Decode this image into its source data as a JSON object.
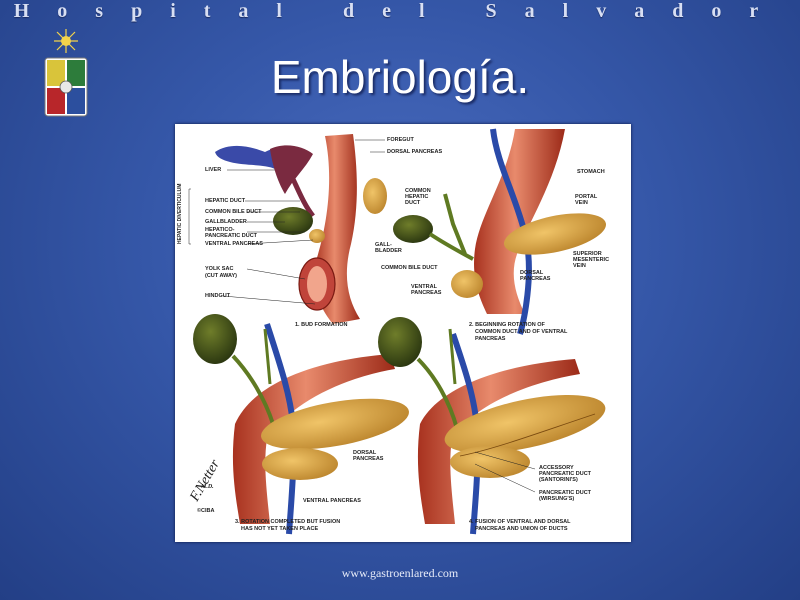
{
  "header": {
    "title": "Hospital del Salvador"
  },
  "slide": {
    "title": "Embriología."
  },
  "figure": {
    "labels": {
      "liver": "LIVER",
      "foregut": "FOREGUT",
      "dorsal_pancreas_1": "DORSAL PANCREAS",
      "hepatic_diverticulum": "HEPATIC DIVERTICULUM",
      "hepatic_duct": "HEPATIC DUCT",
      "common_bile_duct_1": "COMMON BILE DUCT",
      "gallbladder_1": "GALLBLADDER",
      "hepatico_pancreatic_duct_1": "HEPATICO-",
      "hepatico_pancreatic_duct_2": "PANCREATIC DUCT",
      "ventral_pancreas_1": "VENTRAL PANCREAS",
      "yolk_sac_1": "YOLK SAC",
      "yolk_sac_2": "(CUT AWAY)",
      "hindgut": "HINDGUT",
      "stomach": "STOMACH",
      "common_hepatic_duct_1": "COMMON",
      "common_hepatic_duct_2": "HEPATIC",
      "common_hepatic_duct_3": "DUCT",
      "portal_vein_1": "PORTAL",
      "portal_vein_2": "VEIN",
      "gallbladder_2a": "GALL-",
      "gallbladder_2b": "BLADDER",
      "superior_mesenteric_1": "SUPERIOR",
      "superior_mesenteric_2": "MESENTERIC",
      "superior_mesenteric_3": "VEIN",
      "common_bile_duct_2": "COMMON BILE DUCT",
      "dorsal_pancreas_2a": "DORSAL",
      "dorsal_pancreas_2b": "PANCREAS",
      "ventral_pancreas_2a": "VENTRAL",
      "ventral_pancreas_2b": "PANCREAS",
      "dorsal_pancreas_3a": "DORSAL",
      "dorsal_pancreas_3b": "PANCREAS",
      "ventral_pancreas_3": "VENTRAL PANCREAS",
      "accessory_duct_1": "ACCESSORY",
      "accessory_duct_2": "PANCREATIC DUCT",
      "accessory_duct_3": "(SANTORINI'S)",
      "pancreatic_duct_1": "PANCREATIC DUCT",
      "pancreatic_duct_2": "(WIRSUNG'S)",
      "signature_1": "F. Netter",
      "signature_2": "M.D.",
      "ciba": "©CIBA"
    },
    "captions": {
      "c1": "1. BUD FORMATION",
      "c2a": "2. BEGINNING ROTATION OF",
      "c2b": "COMMON DUCT AND OF VENTRAL",
      "c2c": "PANCREAS",
      "c3a": "3. ROTATION COMPLETED BUT FUSION",
      "c3b": "HAS NOT YET TAKEN PLACE",
      "c4a": "4. FUSION OF VENTRAL AND DORSAL",
      "c4b": "PANCREAS AND UNION OF DUCTS"
    }
  },
  "footer": {
    "url": "www.gastroenlared.com"
  }
}
